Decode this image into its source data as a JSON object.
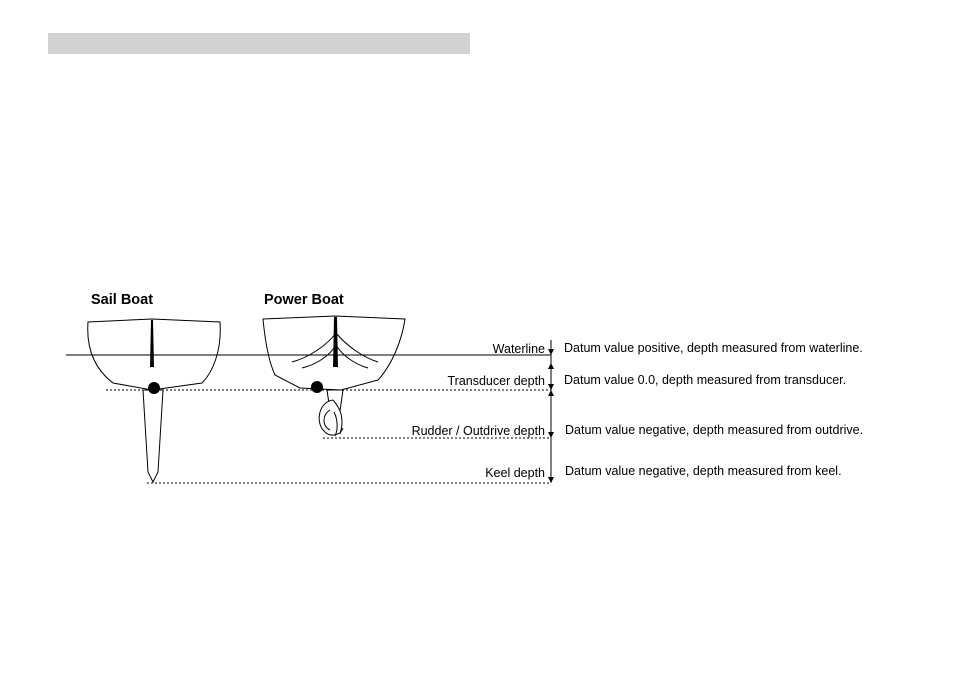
{
  "boats": {
    "sail_label": "Sail Boat",
    "power_label": "Power Boat"
  },
  "levels": [
    {
      "label": "Waterline",
      "description": "Datum value positive, depth measured from waterline."
    },
    {
      "label": "Transducer depth",
      "description": "Datum value 0.0, depth measured from transducer."
    },
    {
      "label": "Rudder / Outdrive depth",
      "description": "Datum value negative, depth measured from outdrive."
    },
    {
      "label": "Keel depth",
      "description": "Datum value negative, depth measured from keel."
    }
  ]
}
